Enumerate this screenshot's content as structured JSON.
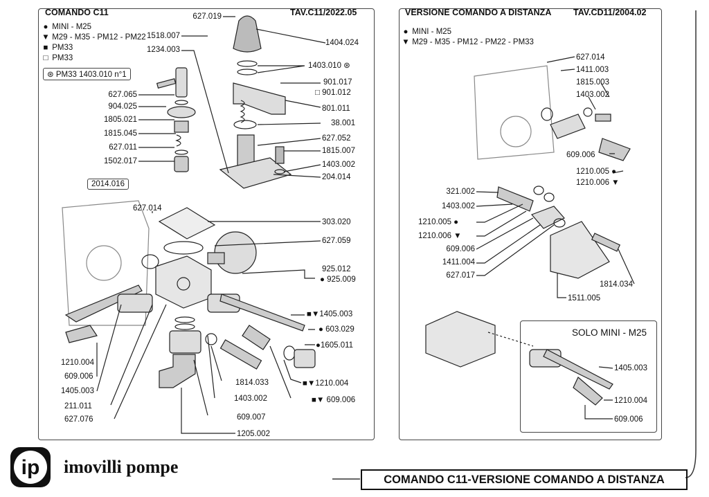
{
  "left": {
    "title": "COMANDO C11",
    "table": "TAV.C11/2022.05",
    "legend": [
      {
        "sym": "●",
        "text": "MINI - M25"
      },
      {
        "sym": "▼",
        "text": "M29 - M35 - PM12 - PM22"
      },
      {
        "sym": "■",
        "text": "PM33"
      },
      {
        "sym": "□",
        "text": "PM33"
      }
    ],
    "note": "PM33 1403.010 n°1",
    "kit": "2014.016",
    "labels": [
      "627.019",
      "1518.007",
      "1234.003",
      "1404.024",
      "1403.010",
      "901.017",
      "901.012",
      "627.065",
      "904.025",
      "1805.021",
      "1815.045",
      "627.011",
      "1502.017",
      "801.011",
      "38.001",
      "627.052",
      "1815.007",
      "1403.002",
      "204.014",
      "627.014",
      "303.020",
      "627.059",
      "925.012",
      "925.009",
      "1405.003",
      "603.029",
      "1605.011",
      "1210.004",
      "609.006",
      "1210.004",
      "609.006",
      "1405.003",
      "211.011",
      "627.076",
      "1814.033",
      "1403.002",
      "609.007",
      "1205.002"
    ]
  },
  "right": {
    "title": "VERSIONE COMANDO A DISTANZA",
    "table": "TAV.CD11/2004.02",
    "legend": [
      {
        "sym": "●",
        "text": "MINI - M25"
      },
      {
        "sym": "▼",
        "text": "M29 - M35 - PM12 - PM22 - PM33"
      }
    ],
    "labels": [
      "627.014",
      "1411.003",
      "1815.003",
      "1403.002",
      "609.006",
      "1210.005",
      "1210.006",
      "321.002",
      "1403.002",
      "1210.005",
      "1210.006",
      "609.006",
      "1411.004",
      "627.017",
      "1814.034",
      "1511.005"
    ],
    "inset_title": "SOLO MINI - M25",
    "inset_labels": [
      "1405.003",
      "1210.004",
      "609.006"
    ]
  },
  "brand": {
    "logo_text": "ip",
    "company": "imovilli pompe"
  },
  "footer_title": "COMANDO C11-VERSIONE COMANDO A DISTANZA"
}
